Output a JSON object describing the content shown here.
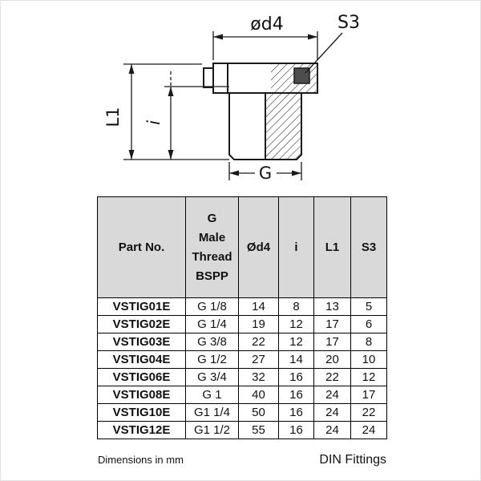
{
  "diagram": {
    "dim_d4": "ød4",
    "dim_s3": "S3",
    "dim_l1": "L1",
    "dim_i": "i",
    "dim_g": "G"
  },
  "table": {
    "header": {
      "part_no": "Part No.",
      "g_lines": [
        "G",
        "Male",
        "Thread",
        "BSPP"
      ],
      "d4": "Ød4",
      "i": "i",
      "l1": "L1",
      "s3": "S3"
    },
    "rows": [
      {
        "part": "VSTIG01E",
        "g": "G 1/8",
        "d4": "14",
        "i": "8",
        "l1": "13",
        "s3": "5"
      },
      {
        "part": "VSTIG02E",
        "g": "G 1/4",
        "d4": "19",
        "i": "12",
        "l1": "17",
        "s3": "6"
      },
      {
        "part": "VSTIG03E",
        "g": "G 3/8",
        "d4": "22",
        "i": "12",
        "l1": "17",
        "s3": "8"
      },
      {
        "part": "VSTIG04E",
        "g": "G 1/2",
        "d4": "27",
        "i": "14",
        "l1": "20",
        "s3": "10"
      },
      {
        "part": "VSTIG06E",
        "g": "G 3/4",
        "d4": "32",
        "i": "16",
        "l1": "22",
        "s3": "12"
      },
      {
        "part": "VSTIG08E",
        "g": "G 1",
        "d4": "40",
        "i": "16",
        "l1": "24",
        "s3": "17"
      },
      {
        "part": "VSTIG10E",
        "g": "G1 1/4",
        "d4": "50",
        "i": "16",
        "l1": "24",
        "s3": "22"
      },
      {
        "part": "VSTIG12E",
        "g": "G1 1/2",
        "d4": "55",
        "i": "16",
        "l1": "24",
        "s3": "24"
      }
    ]
  },
  "footer": {
    "left": "Dimensions in mm",
    "right": "DIN Fittings"
  }
}
